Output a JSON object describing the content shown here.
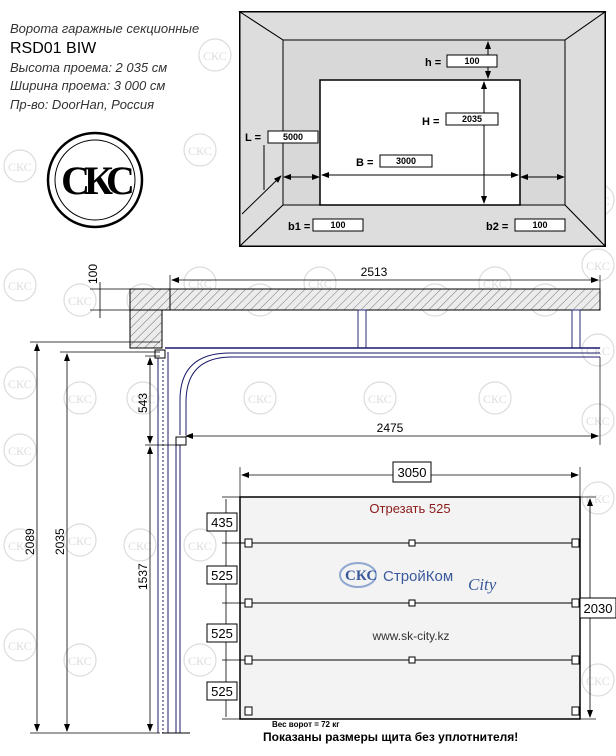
{
  "info": {
    "line1": "Ворота гаражные секционные",
    "model": "RSD01 BIW",
    "height": "Высота проема: 2 035 см",
    "width": "Ширина проема: 3 000 см",
    "maker": "Пр-во: DoorHan, Россия"
  },
  "logo": {
    "text": "СКС"
  },
  "opening": {
    "h_label": "h =",
    "h_value": "100",
    "H_label": "H =",
    "H_value": "2035",
    "L_label": "L =",
    "L_value": "5000",
    "B_label": "B =",
    "B_value": "3000",
    "b1_label": "b1 =",
    "b1_value": "100",
    "b2_label": "b2 =",
    "b2_value": "100"
  },
  "dims": {
    "top_100": "100",
    "d2513": "2513",
    "d543": "543",
    "d2475": "2475",
    "d2089": "2089",
    "d2035": "2035",
    "d1537": "1537",
    "d3050": "3050",
    "d2030": "2030"
  },
  "panels": {
    "cut_note": "Отрезать 525",
    "sections": [
      "435",
      "525",
      "525",
      "525"
    ]
  },
  "brand": {
    "logo_text": "СКС",
    "name_main": "СтройКом",
    "name_city": "City",
    "url": "www.sk-city.kz"
  },
  "footer": {
    "weight": "Вес ворот = 72 кг",
    "note": "Показаны размеры щита без уплотнителя!"
  }
}
